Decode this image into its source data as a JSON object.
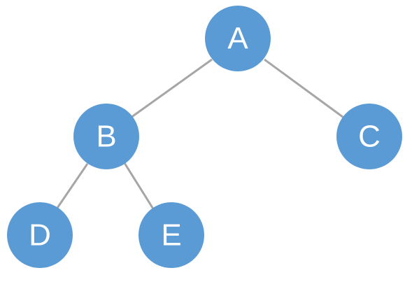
{
  "diagram": {
    "type": "binary-tree",
    "colors": {
      "node_fill": "#5b9bd5",
      "edge": "#a6a6a6",
      "label": "#ffffff",
      "background": "#ffffff"
    },
    "nodes": [
      {
        "id": "A",
        "label": "A"
      },
      {
        "id": "B",
        "label": "B"
      },
      {
        "id": "C",
        "label": "C"
      },
      {
        "id": "D",
        "label": "D"
      },
      {
        "id": "E",
        "label": "E"
      }
    ],
    "edges": [
      {
        "from": "A",
        "to": "B"
      },
      {
        "from": "A",
        "to": "C"
      },
      {
        "from": "B",
        "to": "D"
      },
      {
        "from": "B",
        "to": "E"
      }
    ]
  }
}
